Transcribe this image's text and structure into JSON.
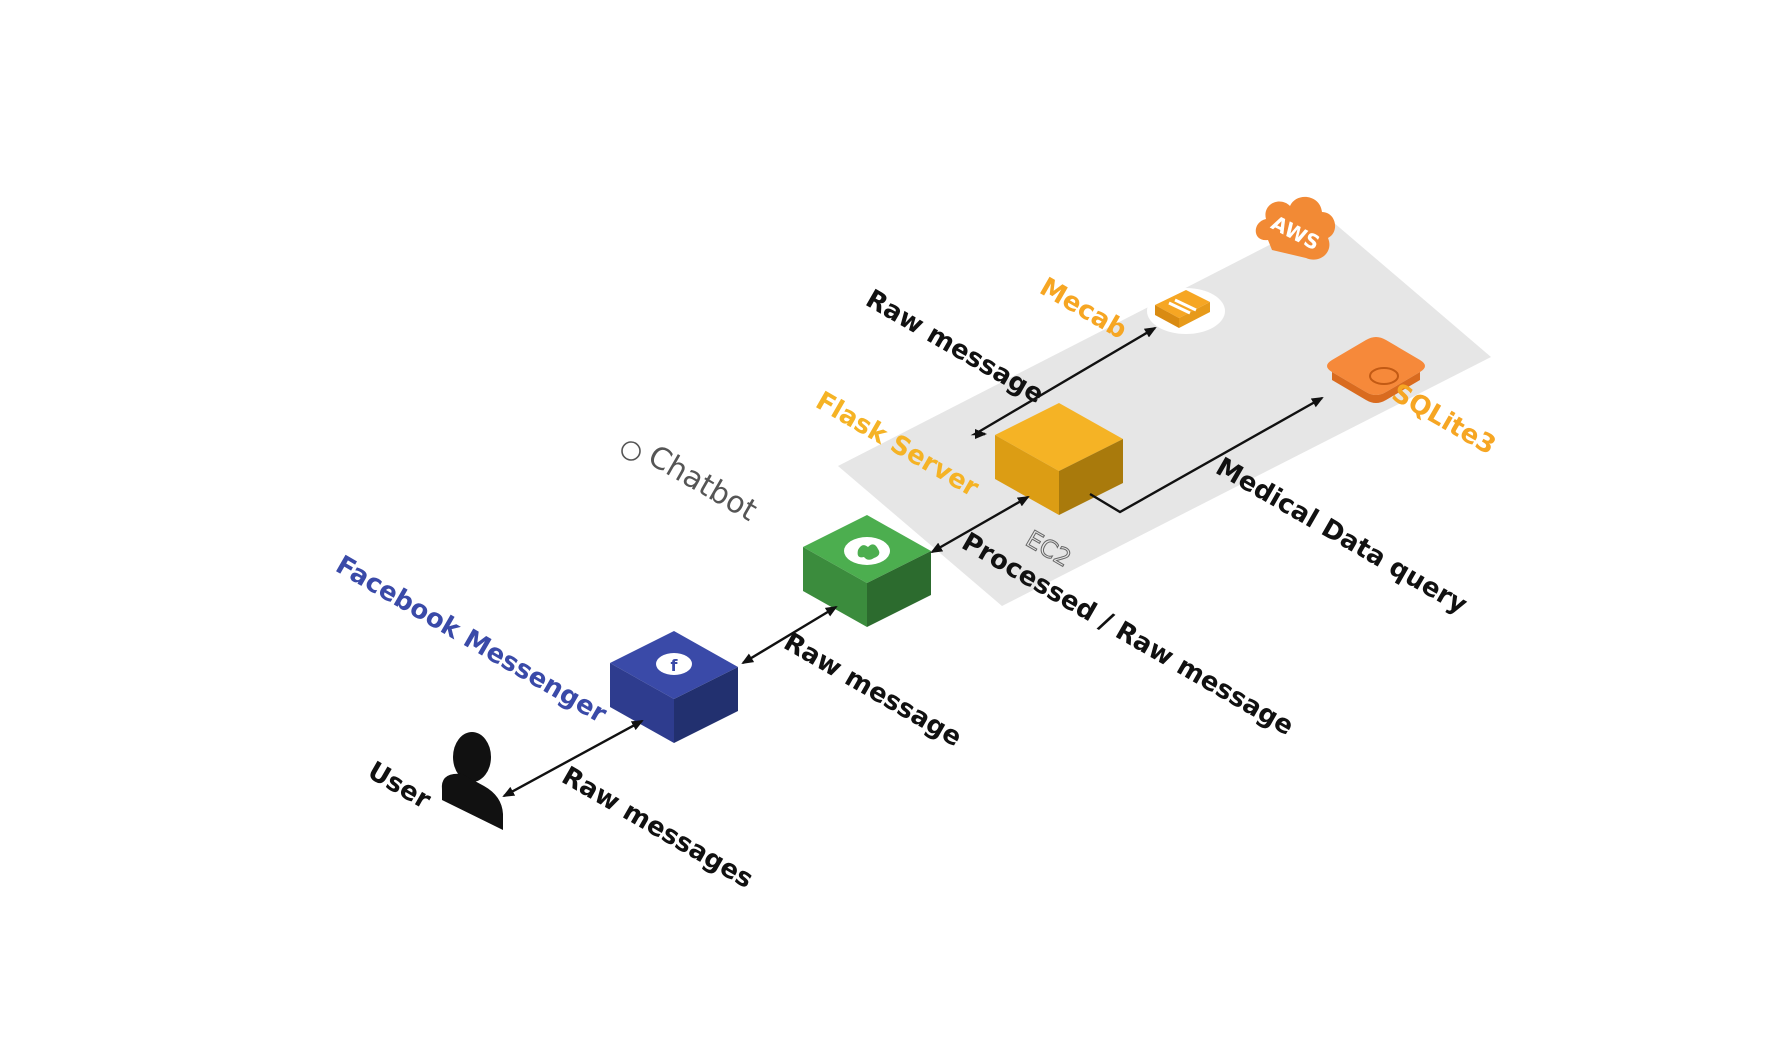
{
  "nodes": {
    "user": {
      "label": "User"
    },
    "messenger": {
      "label": "Facebook Messenger",
      "color": "#3a4aa8"
    },
    "chatbot": {
      "label": "Chatbot"
    },
    "flask": {
      "label": "Flask Server",
      "color": "#f5b325"
    },
    "mecab": {
      "label": "Mecab",
      "color": "#f6a623"
    },
    "sqlite": {
      "label": "SQLite3",
      "color": "#f6a623"
    },
    "aws": {
      "label": "AWS",
      "color": "#f28a35"
    },
    "ec2": {
      "label": "EC2"
    }
  },
  "edges": {
    "user_messenger": "Raw messages",
    "messenger_chatbot": "Raw message",
    "chatbot_flask": "Processed / Raw message",
    "flask_mecab": "Raw message",
    "flask_sqlite": "Medical Data query"
  },
  "colors": {
    "platform": "#e6e6e6",
    "messenger_box": "#3a4aa8",
    "chatbot_box": "#4cae4f",
    "flask_box": "#f5b325",
    "label_dark": "#111111",
    "label_gray": "#555555"
  }
}
